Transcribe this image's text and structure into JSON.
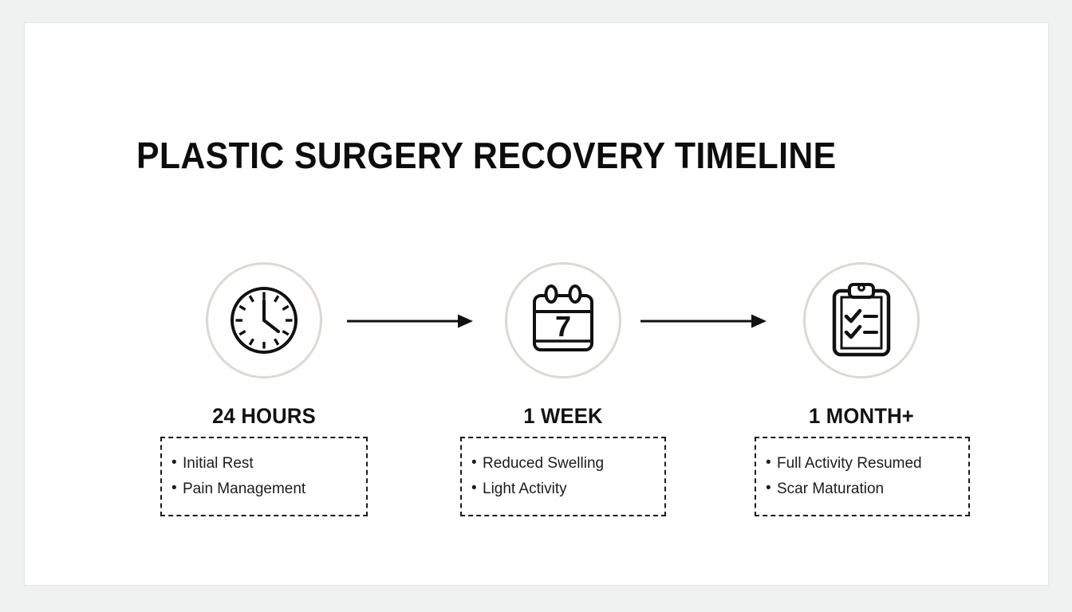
{
  "slide": {
    "title": "PLASTIC SURGERY RECOVERY TIMELINE",
    "background_color": "#f0f2f2",
    "card_color": "#ffffff",
    "ring_color": "#ddd8d2",
    "ink_color": "#0d0d0d"
  },
  "steps": [
    {
      "label": "24 HOURS",
      "icon": "clock-icon",
      "items": [
        "Initial Rest",
        "Pain Management"
      ]
    },
    {
      "label": "1 WEEK",
      "icon": "calendar-icon",
      "icon_value": "7",
      "items": [
        "Reduced Swelling",
        "Light Activity"
      ]
    },
    {
      "label": "1 MONTH+",
      "icon": "clipboard-checklist-icon",
      "items": [
        "Full Activity Resumed",
        "Scar Maturation"
      ]
    }
  ],
  "connectors": [
    {
      "name": "arrow-right-icon"
    },
    {
      "name": "arrow-right-icon"
    }
  ]
}
